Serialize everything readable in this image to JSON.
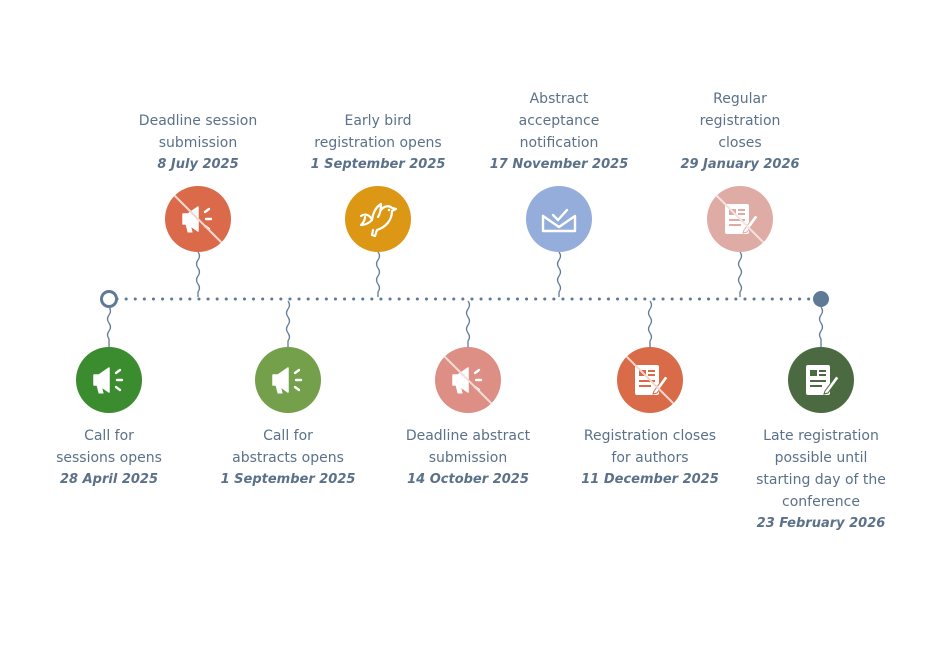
{
  "colors": {
    "line": "#5f7a96",
    "text": "#5b7189"
  },
  "events": [
    {
      "id": "call-sessions",
      "title": "Call for\nsessions opens",
      "date": "28 April 2025",
      "color": "#3a8c2e",
      "icon": "megaphone-icon",
      "crossed": false
    },
    {
      "id": "deadline-session",
      "title": "Deadline session\nsubmission",
      "date": "8 July 2025",
      "color": "#da6a49",
      "icon": "megaphone-icon",
      "crossed": true
    },
    {
      "id": "call-abstracts",
      "title": "Call for\nabstracts opens",
      "date": "1 September 2025",
      "color": "#74a04b",
      "icon": "megaphone-icon",
      "crossed": false
    },
    {
      "id": "early-bird",
      "title": "Early bird\nregistration opens",
      "date": "1 September 2025",
      "color": "#dc9714",
      "icon": "bird-icon",
      "crossed": false
    },
    {
      "id": "deadline-abstract",
      "title": "Deadline abstract\nsubmission",
      "date": "14 October 2025",
      "color": "#dd8e85",
      "icon": "megaphone-icon",
      "crossed": true
    },
    {
      "id": "abstract-acceptance",
      "title": "Abstract\nacceptance\nnotification",
      "date": "17 November 2025",
      "color": "#95addb",
      "icon": "checkmark-inbox-icon",
      "crossed": false
    },
    {
      "id": "registration-authors",
      "title": "Registration closes\nfor authors",
      "date": "11 December 2025",
      "color": "#d96b48",
      "icon": "form-pen-icon",
      "crossed": true
    },
    {
      "id": "regular-closes",
      "title": "Regular\nregistration\ncloses",
      "date": "29 January 2026",
      "color": "#dfaca5",
      "icon": "form-pen-icon",
      "crossed": true
    },
    {
      "id": "late-registration",
      "title": "Late registration\npossible until\nstarting day of the\nconference",
      "date": "23 February 2026",
      "color": "#4c6a42",
      "icon": "form-pen-icon",
      "crossed": false
    }
  ]
}
